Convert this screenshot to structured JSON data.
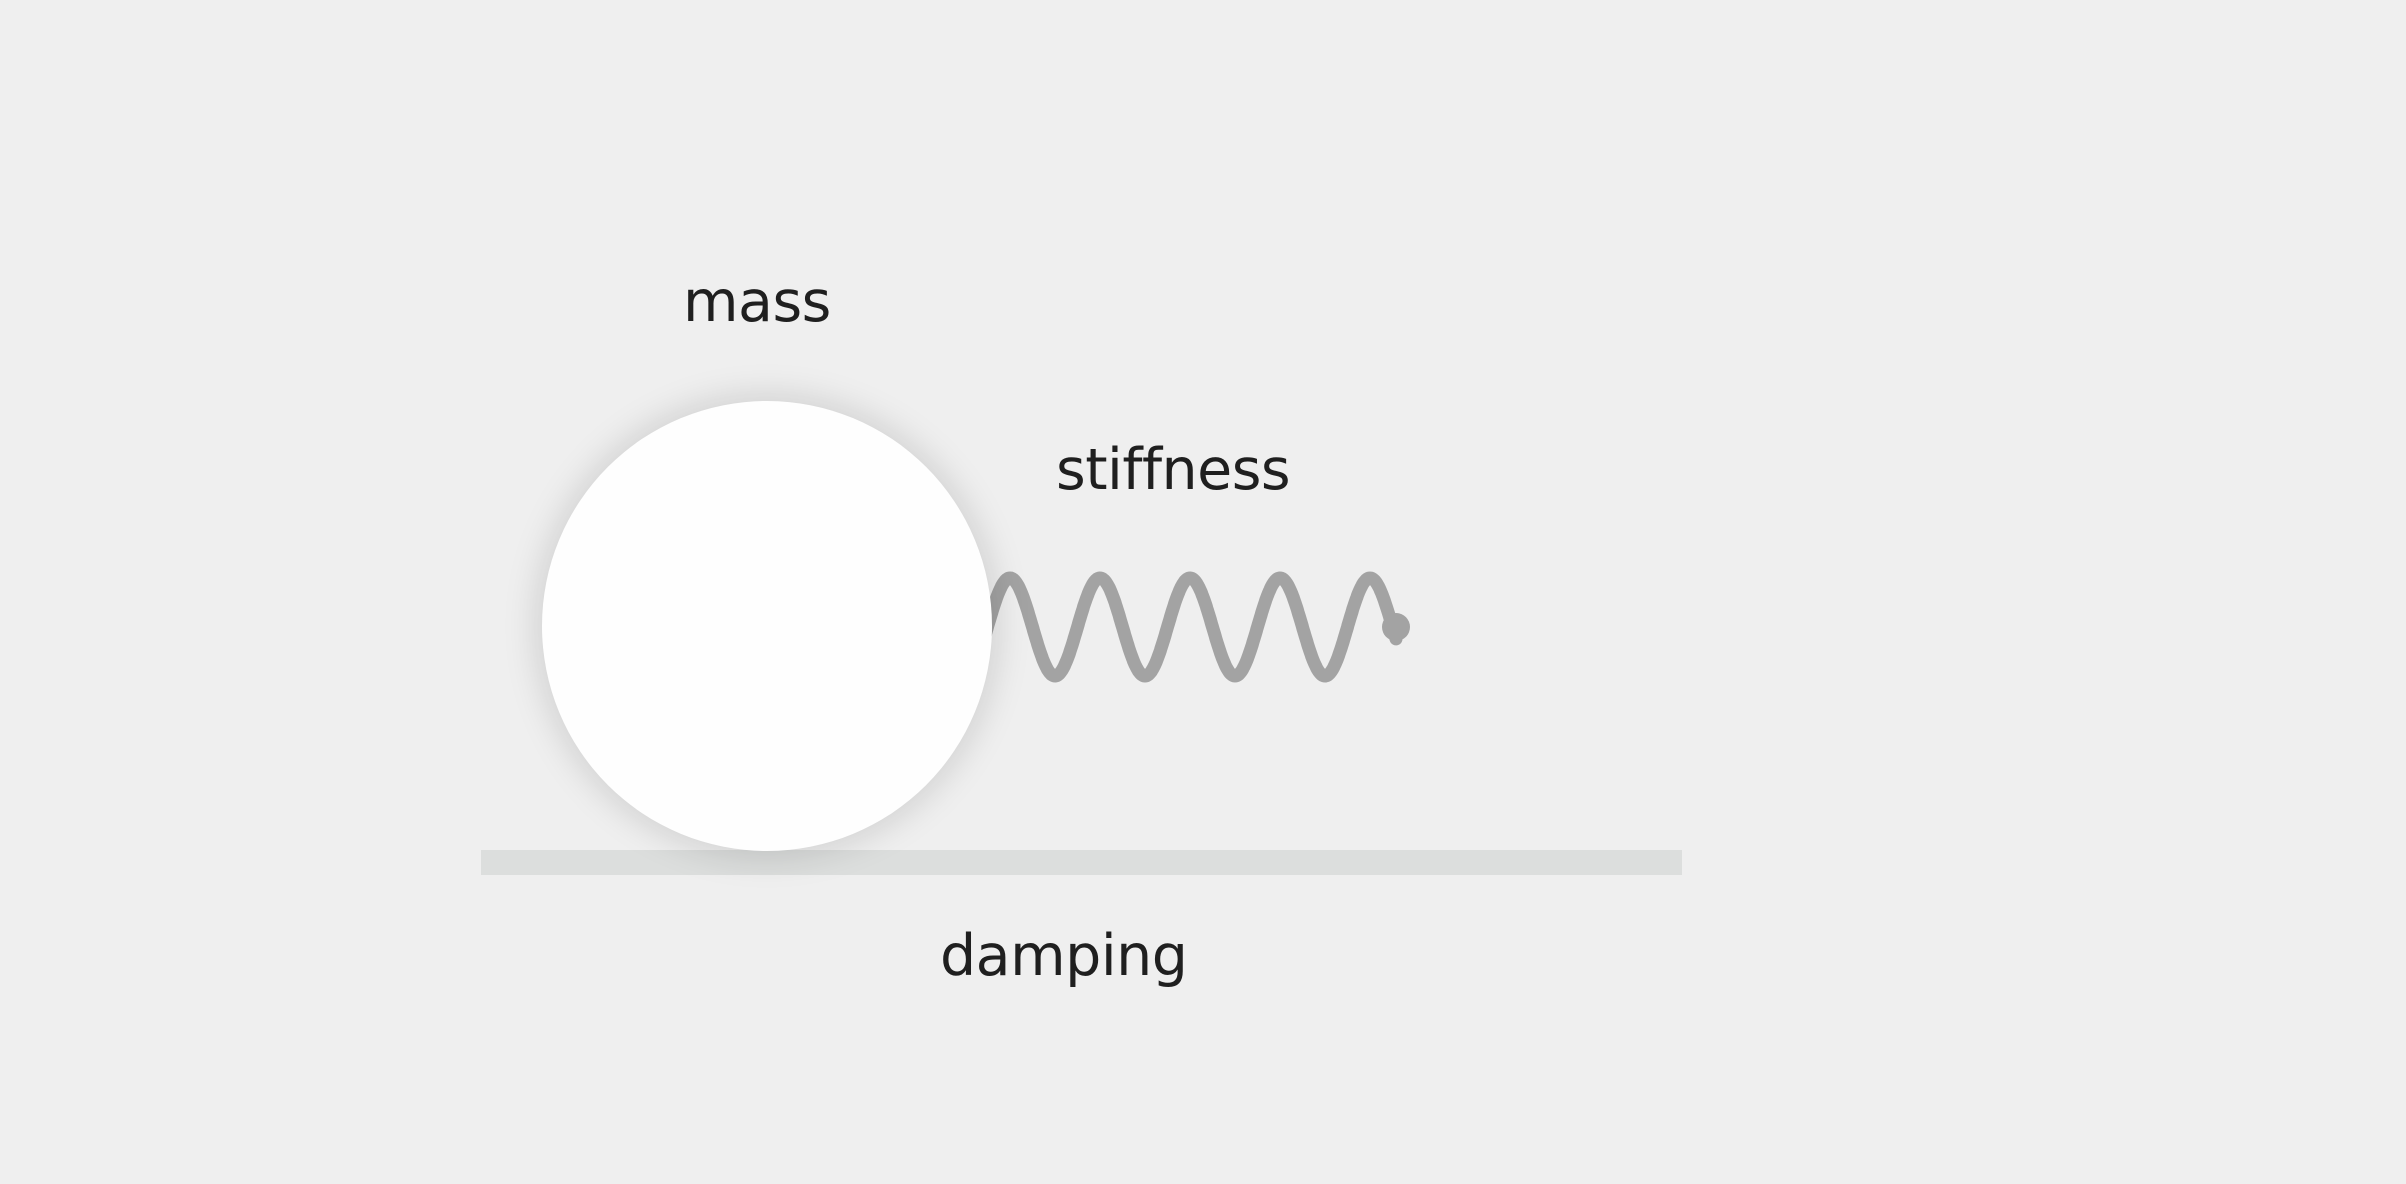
{
  "diagram": {
    "labels": {
      "mass": "mass",
      "stiffness": "stiffness",
      "damping": "damping"
    },
    "spring_coils": 5,
    "colors": {
      "background": "#efefef",
      "mass_fill": "#fefefe",
      "spring_stroke": "#a3a3a3",
      "ground": "#dcdedd",
      "text": "#1f1f1f"
    }
  }
}
